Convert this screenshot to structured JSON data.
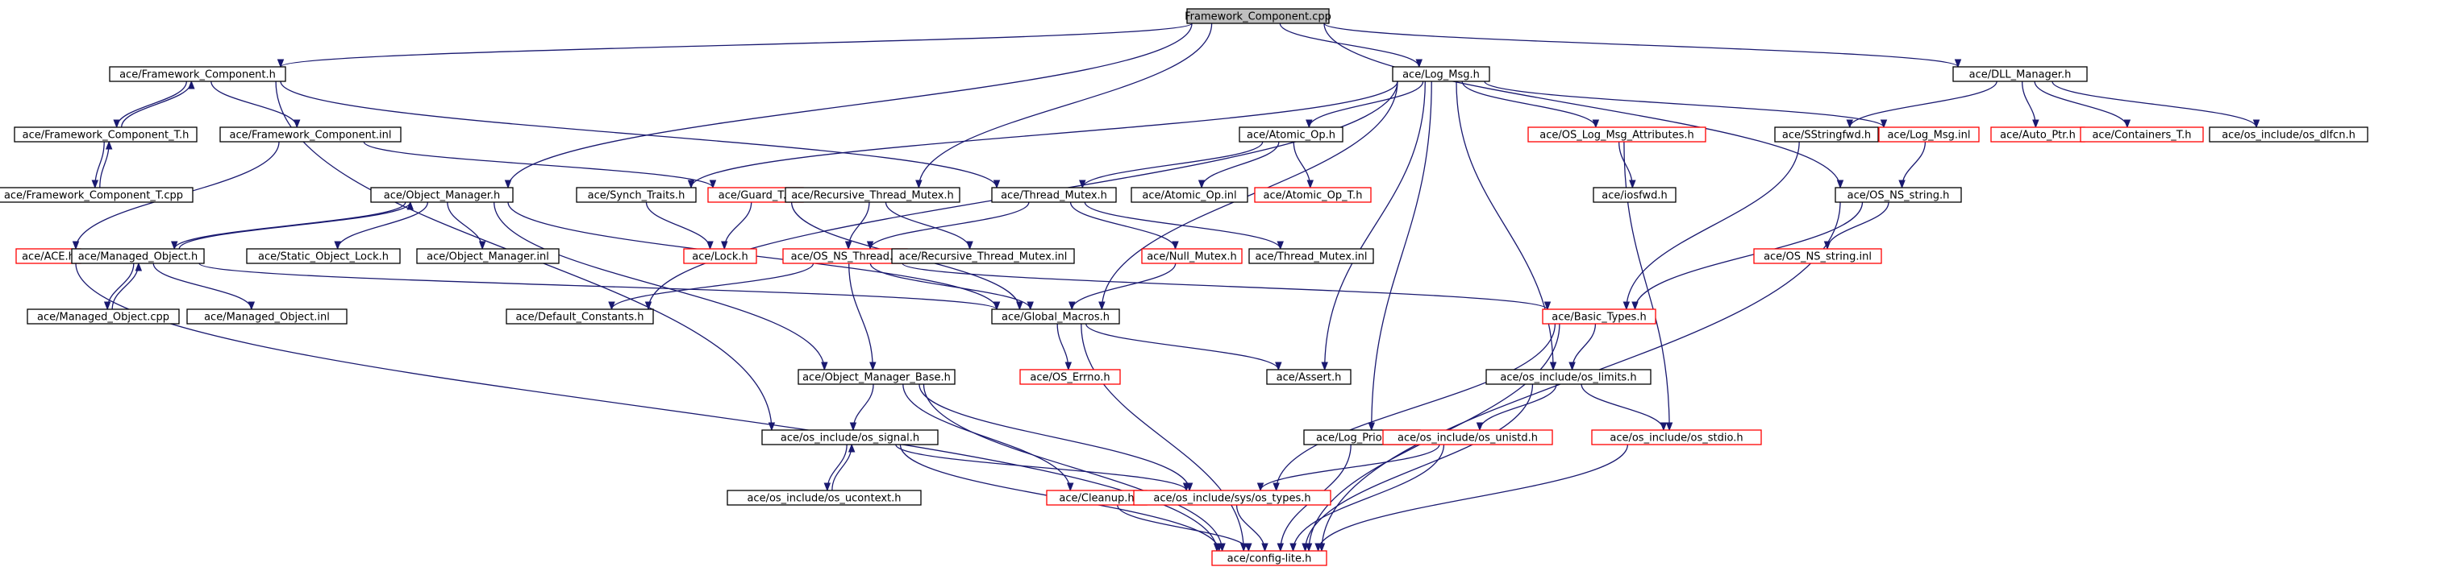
{
  "colors": {
    "edge": "#191970",
    "normal_border": "#000000",
    "truncated_border": "#ff0000",
    "root_fill": "#bfbfbf",
    "node_fill": "#ffffff"
  },
  "nodes": [
    {
      "id": "root",
      "label": "Framework_Component.cpp",
      "style": "root"
    },
    {
      "id": "fc_h",
      "label": "ace/Framework_Component.h",
      "style": "normal"
    },
    {
      "id": "log_msg",
      "label": "ace/Log_Msg.h",
      "style": "normal"
    },
    {
      "id": "dll_mgr",
      "label": "ace/DLL_Manager.h",
      "style": "normal"
    },
    {
      "id": "fct_h",
      "label": "ace/Framework_Component_T.h",
      "style": "normal"
    },
    {
      "id": "fc_inl",
      "label": "ace/Framework_Component.inl",
      "style": "normal"
    },
    {
      "id": "atomic_op",
      "label": "ace/Atomic_Op.h",
      "style": "normal"
    },
    {
      "id": "os_log_attr",
      "label": "ace/OS_Log_Msg_Attributes.h",
      "style": "truncated"
    },
    {
      "id": "sstringfwd",
      "label": "ace/SStringfwd.h",
      "style": "normal"
    },
    {
      "id": "log_msg_inl",
      "label": "ace/Log_Msg.inl",
      "style": "truncated"
    },
    {
      "id": "auto_ptr",
      "label": "ace/Auto_Ptr.h",
      "style": "truncated"
    },
    {
      "id": "containers_t",
      "label": "ace/Containers_T.h",
      "style": "truncated"
    },
    {
      "id": "os_dlfcn",
      "label": "ace/os_include/os_dlfcn.h",
      "style": "normal"
    },
    {
      "id": "fct_cpp",
      "label": "ace/Framework_Component_T.cpp",
      "style": "normal"
    },
    {
      "id": "obj_mgr",
      "label": "ace/Object_Manager.h",
      "style": "normal"
    },
    {
      "id": "synch_traits",
      "label": "ace/Synch_Traits.h",
      "style": "normal"
    },
    {
      "id": "guard_t",
      "label": "ace/Guard_T.h",
      "style": "truncated"
    },
    {
      "id": "rec_thr_mutex",
      "label": "ace/Recursive_Thread_Mutex.h",
      "style": "normal"
    },
    {
      "id": "thr_mutex",
      "label": "ace/Thread_Mutex.h",
      "style": "normal"
    },
    {
      "id": "atomic_op_inl",
      "label": "ace/Atomic_Op.inl",
      "style": "normal"
    },
    {
      "id": "atomic_op_t",
      "label": "ace/Atomic_Op_T.h",
      "style": "truncated"
    },
    {
      "id": "iosfwd",
      "label": "ace/iosfwd.h",
      "style": "normal"
    },
    {
      "id": "os_ns_string",
      "label": "ace/OS_NS_string.h",
      "style": "normal"
    },
    {
      "id": "ace_h",
      "label": "ace/ACE.h",
      "style": "truncated"
    },
    {
      "id": "managed_obj",
      "label": "ace/Managed_Object.h",
      "style": "normal"
    },
    {
      "id": "static_obj_lock",
      "label": "ace/Static_Object_Lock.h",
      "style": "normal"
    },
    {
      "id": "obj_mgr_inl",
      "label": "ace/Object_Manager.inl",
      "style": "normal"
    },
    {
      "id": "lock_h",
      "label": "ace/Lock.h",
      "style": "truncated"
    },
    {
      "id": "os_ns_thread",
      "label": "ace/OS_NS_Thread.h",
      "style": "truncated"
    },
    {
      "id": "rec_thr_mutex_inl",
      "label": "ace/Recursive_Thread_Mutex.inl",
      "style": "normal"
    },
    {
      "id": "null_mutex",
      "label": "ace/Null_Mutex.h",
      "style": "truncated"
    },
    {
      "id": "thr_mutex_inl",
      "label": "ace/Thread_Mutex.inl",
      "style": "normal"
    },
    {
      "id": "os_ns_string_inl",
      "label": "ace/OS_NS_string.inl",
      "style": "truncated"
    },
    {
      "id": "managed_obj_cpp",
      "label": "ace/Managed_Object.cpp",
      "style": "normal"
    },
    {
      "id": "managed_obj_inl",
      "label": "ace/Managed_Object.inl",
      "style": "normal"
    },
    {
      "id": "default_const",
      "label": "ace/Default_Constants.h",
      "style": "normal"
    },
    {
      "id": "global_macros",
      "label": "ace/Global_Macros.h",
      "style": "normal"
    },
    {
      "id": "basic_types",
      "label": "ace/Basic_Types.h",
      "style": "truncated"
    },
    {
      "id": "os_errno",
      "label": "ace/OS_Errno.h",
      "style": "truncated"
    },
    {
      "id": "assert_h",
      "label": "ace/Assert.h",
      "style": "normal"
    },
    {
      "id": "obj_mgr_base",
      "label": "ace/Object_Manager_Base.h",
      "style": "normal"
    },
    {
      "id": "os_limits",
      "label": "ace/os_include/os_limits.h",
      "style": "normal"
    },
    {
      "id": "log_priority",
      "label": "ace/Log_Priority.h",
      "style": "normal"
    },
    {
      "id": "os_unistd",
      "label": "ace/os_include/os_unistd.h",
      "style": "truncated"
    },
    {
      "id": "os_stdio",
      "label": "ace/os_include/os_stdio.h",
      "style": "truncated"
    },
    {
      "id": "os_signal",
      "label": "ace/os_include/os_signal.h",
      "style": "normal"
    },
    {
      "id": "os_ucontext",
      "label": "ace/os_include/os_ucontext.h",
      "style": "normal"
    },
    {
      "id": "cleanup",
      "label": "ace/Cleanup.h",
      "style": "truncated"
    },
    {
      "id": "sys_types",
      "label": "ace/os_include/sys/os_types.h",
      "style": "truncated"
    },
    {
      "id": "config_lite",
      "label": "ace/config-lite.h",
      "style": "truncated"
    }
  ],
  "edges": [
    [
      "root",
      "fc_h"
    ],
    [
      "root",
      "log_msg"
    ],
    [
      "root",
      "dll_mgr"
    ],
    [
      "root",
      "obj_mgr"
    ],
    [
      "root",
      "rec_thr_mutex"
    ],
    [
      "root",
      "os_ns_string"
    ],
    [
      "fc_h",
      "fct_h"
    ],
    [
      "fc_h",
      "fc_inl"
    ],
    [
      "fc_h",
      "thr_mutex"
    ],
    [
      "fc_h",
      "os_signal"
    ],
    [
      "fct_h",
      "fc_h"
    ],
    [
      "fct_h",
      "fct_cpp"
    ],
    [
      "fct_cpp",
      "fct_h"
    ],
    [
      "fc_inl",
      "guard_t"
    ],
    [
      "fc_inl",
      "ace_h"
    ],
    [
      "log_msg",
      "atomic_op"
    ],
    [
      "log_msg",
      "os_log_attr"
    ],
    [
      "log_msg",
      "log_msg_inl"
    ],
    [
      "log_msg",
      "synch_traits"
    ],
    [
      "log_msg",
      "default_const"
    ],
    [
      "log_msg",
      "global_macros"
    ],
    [
      "log_msg",
      "assert_h"
    ],
    [
      "log_msg",
      "log_priority"
    ],
    [
      "log_msg",
      "os_limits"
    ],
    [
      "dll_mgr",
      "sstringfwd"
    ],
    [
      "dll_mgr",
      "auto_ptr"
    ],
    [
      "dll_mgr",
      "containers_t"
    ],
    [
      "dll_mgr",
      "os_dlfcn"
    ],
    [
      "atomic_op",
      "thr_mutex"
    ],
    [
      "atomic_op",
      "atomic_op_inl"
    ],
    [
      "atomic_op",
      "atomic_op_t"
    ],
    [
      "os_log_attr",
      "iosfwd"
    ],
    [
      "os_log_attr",
      "os_stdio"
    ],
    [
      "sstringfwd",
      "basic_types"
    ],
    [
      "log_msg_inl",
      "os_ns_string"
    ],
    [
      "os_ns_string",
      "basic_types"
    ],
    [
      "os_ns_string",
      "os_ns_string_inl"
    ],
    [
      "os_ns_string",
      "config_lite"
    ],
    [
      "obj_mgr",
      "managed_obj"
    ],
    [
      "obj_mgr",
      "static_obj_lock"
    ],
    [
      "obj_mgr",
      "obj_mgr_inl"
    ],
    [
      "obj_mgr",
      "global_macros"
    ],
    [
      "obj_mgr",
      "obj_mgr_base"
    ],
    [
      "guard_t",
      "lock_h"
    ],
    [
      "guard_t",
      "global_macros"
    ],
    [
      "synch_traits",
      "lock_h"
    ],
    [
      "rec_thr_mutex",
      "os_ns_thread"
    ],
    [
      "rec_thr_mutex",
      "rec_thr_mutex_inl"
    ],
    [
      "thr_mutex",
      "os_ns_thread"
    ],
    [
      "thr_mutex",
      "null_mutex"
    ],
    [
      "thr_mutex",
      "thr_mutex_inl"
    ],
    [
      "ace_h",
      "config_lite"
    ],
    [
      "managed_obj",
      "obj_mgr"
    ],
    [
      "managed_obj",
      "managed_obj_cpp"
    ],
    [
      "managed_obj",
      "managed_obj_inl"
    ],
    [
      "managed_obj",
      "global_macros"
    ],
    [
      "managed_obj_cpp",
      "managed_obj"
    ],
    [
      "os_ns_thread",
      "default_const"
    ],
    [
      "os_ns_thread",
      "global_macros"
    ],
    [
      "os_ns_thread",
      "basic_types"
    ],
    [
      "os_ns_thread",
      "obj_mgr_base"
    ],
    [
      "null_mutex",
      "global_macros"
    ],
    [
      "global_macros",
      "os_errno"
    ],
    [
      "global_macros",
      "assert_h"
    ],
    [
      "global_macros",
      "config_lite"
    ],
    [
      "basic_types",
      "os_limits"
    ],
    [
      "basic_types",
      "sys_types"
    ],
    [
      "basic_types",
      "config_lite"
    ],
    [
      "os_limits",
      "os_unistd"
    ],
    [
      "os_limits",
      "os_stdio"
    ],
    [
      "os_limits",
      "config_lite"
    ],
    [
      "obj_mgr_base",
      "os_signal"
    ],
    [
      "obj_mgr_base",
      "cleanup"
    ],
    [
      "obj_mgr_base",
      "sys_types"
    ],
    [
      "obj_mgr_base",
      "config_lite"
    ],
    [
      "log_priority",
      "config_lite"
    ],
    [
      "os_unistd",
      "sys_types"
    ],
    [
      "os_unistd",
      "config_lite"
    ],
    [
      "os_stdio",
      "config_lite"
    ],
    [
      "os_signal",
      "os_ucontext"
    ],
    [
      "os_signal",
      "sys_types"
    ],
    [
      "os_signal",
      "config_lite"
    ],
    [
      "os_ucontext",
      "os_signal"
    ],
    [
      "cleanup",
      "config_lite"
    ],
    [
      "sys_types",
      "config_lite"
    ]
  ]
}
